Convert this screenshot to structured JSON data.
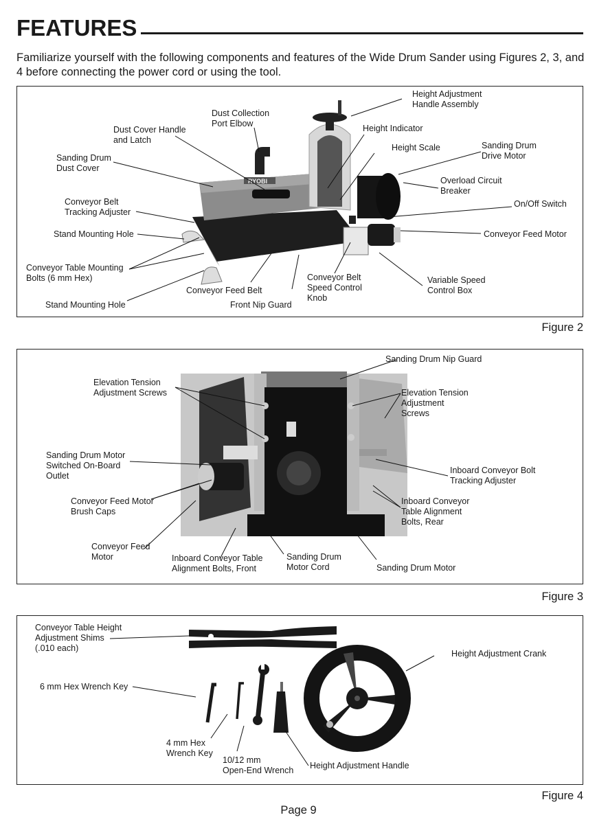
{
  "header": {
    "title": "FEATURES",
    "intro": "Familiarize yourself with the following components and features of the Wide Drum Sander using Figures 2, 3, and 4 before connecting the power cord or using the tool."
  },
  "figure2": {
    "caption": "Figure 2",
    "labels": {
      "height_adjustment_handle_assembly": "Height Adjustment\nHandle Assembly",
      "dust_collection_port_elbow": "Dust Collection\nPort Elbow",
      "height_indicator": "Height Indicator",
      "dust_cover_handle_latch": "Dust Cover Handle\nand Latch",
      "height_scale": "Height Scale",
      "sanding_drum_drive_motor": "Sanding Drum\nDrive Motor",
      "sanding_drum_dust_cover": "Sanding Drum\nDust Cover",
      "overload_circuit_breaker": "Overload Circuit\nBreaker",
      "conveyor_belt_tracking_adjuster": "Conveyor Belt\nTracking Adjuster",
      "on_off_switch": "On/Off Switch",
      "stand_mounting_hole_top": "Stand Mounting Hole",
      "conveyor_feed_motor": "Conveyor Feed Motor",
      "conveyor_table_mounting_bolts": "Conveyor Table Mounting\nBolts (6 mm Hex)",
      "variable_speed_control_box": "Variable Speed\nControl Box",
      "conveyor_belt_speed_control_knob": "Conveyor Belt\nSpeed Control\nKnob",
      "conveyor_feed_belt": "Conveyor Feed Belt",
      "stand_mounting_hole_bottom": "Stand Mounting Hole",
      "front_nip_guard": "Front Nip Guard",
      "brand": "RYOBI"
    }
  },
  "figure3": {
    "caption": "Figure 3",
    "labels": {
      "sanding_drum_nip_guard": "Sanding Drum Nip Guard",
      "elevation_tension_screws_left": "Elevation Tension\nAdjustment Screws",
      "elevation_tension_screws_right": "Elevation Tension\nAdjustment\nScrews",
      "switched_outlet": "Sanding Drum Motor\nSwitched On-Board\nOutlet",
      "inboard_conveyor_bolt_tracking": "Inboard Conveyor Bolt\nTracking Adjuster",
      "feed_motor_brush_caps": "Conveyor Feed Motor\nBrush Caps",
      "inboard_alignment_bolts_rear": "Inboard Conveyor\nTable Alignment\nBolts, Rear",
      "conveyor_feed_motor": "Conveyor Feed\nMotor",
      "inboard_alignment_bolts_front": "Inboard Conveyor Table\nAlignment Bolts, Front",
      "sanding_drum_motor_cord": "Sanding Drum\nMotor Cord",
      "sanding_drum_motor": "Sanding Drum Motor"
    }
  },
  "figure4": {
    "caption": "Figure 4",
    "labels": {
      "shims": "Conveyor Table Height\nAdjustment Shims\n(.010 each)",
      "height_adjustment_crank": "Height Adjustment Crank",
      "hex_wrench_6mm": "6 mm Hex Wrench Key",
      "hex_wrench_4mm": "4 mm Hex\nWrench Key",
      "open_end_wrench": "10/12 mm\nOpen-End Wrench",
      "height_adjustment_handle": "Height Adjustment Handle"
    }
  },
  "footer": {
    "page": "Page 9"
  }
}
